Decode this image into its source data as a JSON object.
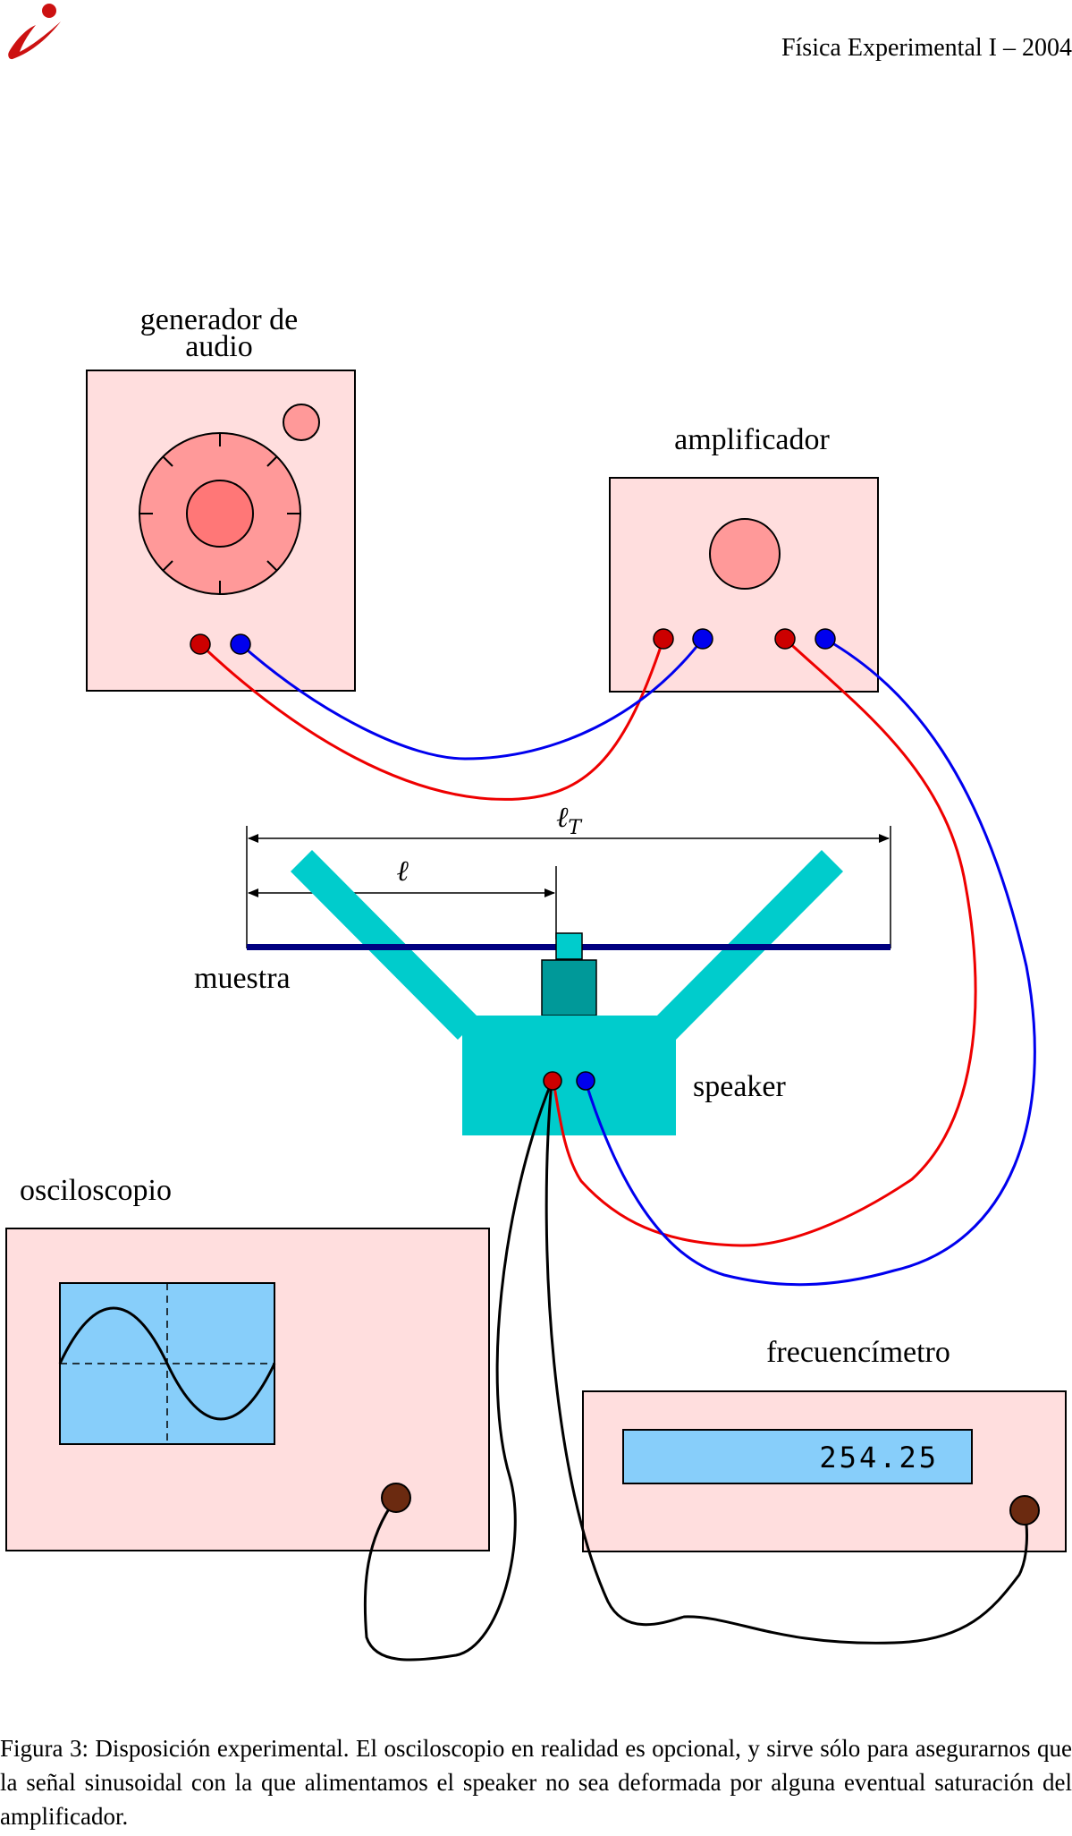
{
  "header": {
    "logo_icon": "italic-i-logo-icon",
    "title": "Física Experimental I – 2004"
  },
  "diagram": {
    "generator": {
      "label_line1": "generador de",
      "label_line2": "audio"
    },
    "amplifier": {
      "label": "amplificador"
    },
    "sample": {
      "label": "muestra",
      "dim_total": "ℓ",
      "dim_total_sub": "T",
      "dim_partial": "ℓ"
    },
    "speaker": {
      "label": "speaker"
    },
    "oscilloscope": {
      "label": "osciloscopio"
    },
    "frequency_meter": {
      "label": "frecuencímetro",
      "display": "254.25"
    },
    "colors": {
      "panel_fill": "#ffdede",
      "knob_outer": "#ff9999",
      "knob_inner": "#ff7777",
      "terminal_red": "#cc0000",
      "terminal_blue": "#0000ee",
      "terminal_brown": "#6b2a10",
      "wire_red": "#ee0000",
      "wire_blue": "#0000ee",
      "speaker": "#00cccc",
      "speaker_driver": "#009999",
      "sample_bar": "#000080",
      "screen": "#87cefa"
    }
  },
  "caption": {
    "text": "Figura 3: Disposición experimental. El osciloscopio en realidad es opcional, y sirve sólo para asegurarnos que la señal sinusoidal con la que alimentamos el speaker no sea deformada por alguna eventual saturación del amplificador."
  }
}
